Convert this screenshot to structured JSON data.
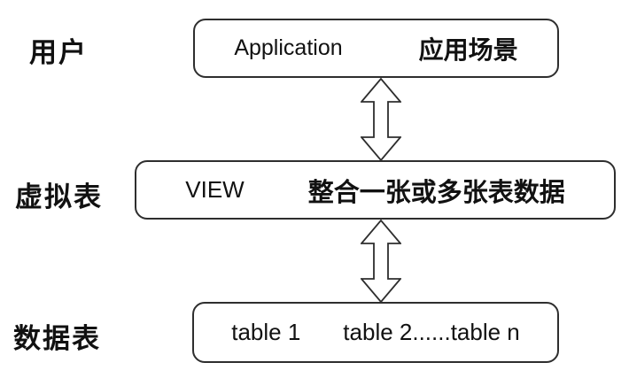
{
  "diagram": {
    "layers": [
      {
        "label": "用户",
        "box": {
          "left_text": "Application",
          "right_text": "应用场景"
        }
      },
      {
        "label": "虚拟表",
        "box": {
          "left_text": "VIEW",
          "right_text": "整合一张或多张表数据"
        }
      },
      {
        "label": "数据表",
        "box": {
          "left_text": "table 1",
          "right_text": "table 2......table n"
        }
      }
    ],
    "colors": {
      "background": "#ffffff",
      "line": "#2e2e2e",
      "text": "#111111"
    }
  }
}
